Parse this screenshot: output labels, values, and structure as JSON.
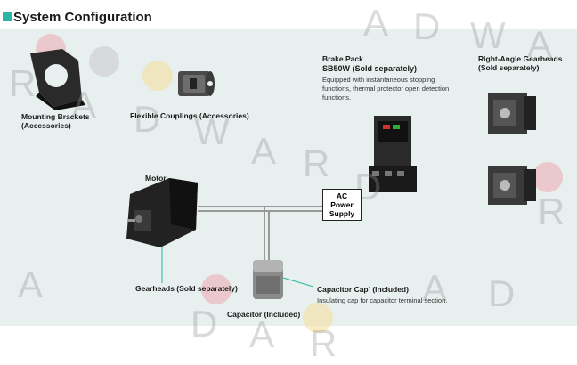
{
  "section_title": "System Configuration",
  "labels": {
    "mounting": [
      "Mounting Brackets",
      "(Accessories)"
    ],
    "couplings": "Flexible Couplings (Accessories)",
    "motor": "Motor",
    "brake_pack_title": "Brake Pack",
    "brake_pack_model": "SB50W (Sold separately)",
    "brake_pack_desc": [
      "Equipped with instantaneous stopping",
      "functions, thermal protector open detection",
      "functions."
    ],
    "right_angle": [
      "Right-Angle Gearheads",
      "(Sold separately)"
    ],
    "ac_power": [
      "AC",
      "Power",
      "Supply"
    ],
    "gearheads": "Gearheads (Sold separately)",
    "capacitor_cap": "Capacitor Cap",
    "capacitor_cap_suffix": "(Included)",
    "capacitor_cap_desc": "Insulating cap for capacitor terminal section.",
    "capacitor": "Capacitor (Included)"
  },
  "watermark_letters": [
    "A",
    "D",
    "W",
    "A",
    "R",
    "A",
    "D",
    "W",
    "A",
    "R",
    "D",
    "R",
    "A",
    "D",
    "A",
    "R",
    "A",
    "D"
  ],
  "colors": {
    "accent": "#2bb5a6",
    "panel": "#e7f0ef"
  }
}
